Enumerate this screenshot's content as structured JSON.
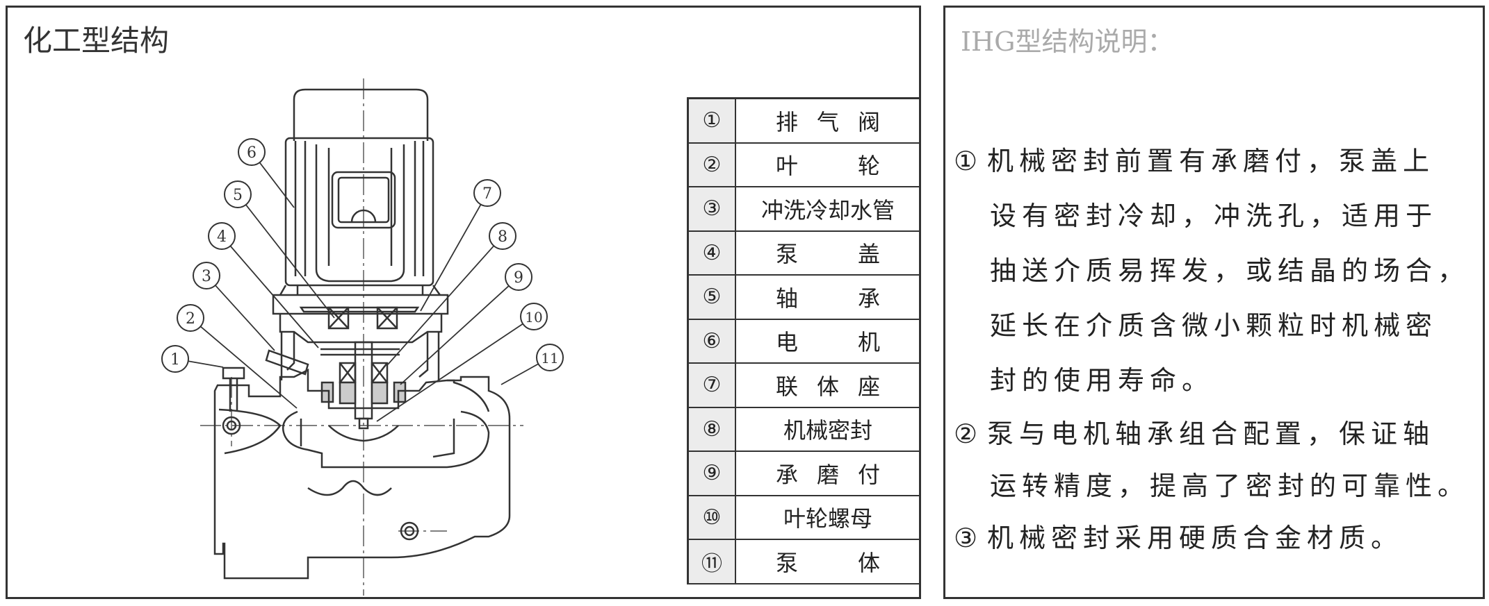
{
  "left_panel": {
    "title": "化工型结构",
    "callouts": [
      "1",
      "2",
      "3",
      "4",
      "5",
      "6",
      "7",
      "8",
      "9",
      "10",
      "11"
    ]
  },
  "parts_table": [
    {
      "num": "①",
      "name": "排气阀"
    },
    {
      "num": "②",
      "name": "叶轮"
    },
    {
      "num": "③",
      "name": "冲洗冷却水管"
    },
    {
      "num": "④",
      "name": "泵盖"
    },
    {
      "num": "⑤",
      "name": "轴承"
    },
    {
      "num": "⑥",
      "name": "电机"
    },
    {
      "num": "⑦",
      "name": "联体座"
    },
    {
      "num": "⑧",
      "name": "机械密封"
    },
    {
      "num": "⑨",
      "name": "承磨付"
    },
    {
      "num": "⑩",
      "name": "叶轮螺母"
    },
    {
      "num": "⑪",
      "name": "泵体"
    }
  ],
  "right_panel": {
    "title": "IHG型结构说明：",
    "notes": [
      {
        "marker": "①",
        "lines": [
          "机械密封前置有承磨付，泵盖上",
          "设有密封冷却，冲洗孔，适用于",
          "抽送介质易挥发，或结晶的场合，",
          "延长在介质含微小颗粒时机械密",
          "封的使用寿命。"
        ]
      },
      {
        "marker": "②",
        "lines": [
          "泵与电机轴承组合配置，保证轴",
          "运转精度，提高了密封的可靠性。"
        ]
      },
      {
        "marker": "③",
        "lines": [
          "机械密封采用硬质合金材质。"
        ]
      }
    ]
  }
}
